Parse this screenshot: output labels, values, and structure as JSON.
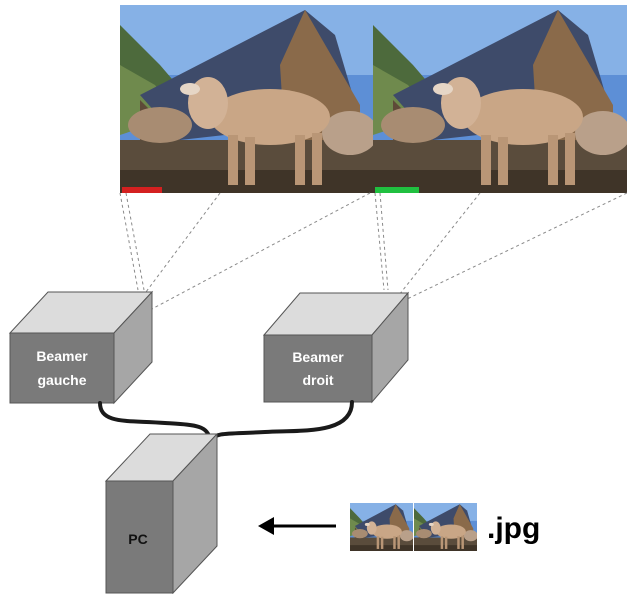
{
  "diagram": {
    "beamer_left_label": [
      "Beamer",
      "gauche"
    ],
    "beamer_right_label": [
      "Beamer",
      "droit"
    ],
    "pc_label": "PC",
    "file_label": ".jpg"
  },
  "colors": {
    "box_front": "#7a7a7a",
    "box_side": "#a6a6a6",
    "box_top": "#dcdcdc",
    "cable": "#1a1a1a",
    "projection_line": "#8a8a8a",
    "sky": "#5d8fd6",
    "barn_roof": "#3e4b6a",
    "barn_wood": "#8a6a4a",
    "cow": "#c9a686",
    "ground": "#5a4c3c",
    "left_marker": "#d42020",
    "right_marker": "#20c040"
  },
  "icons": {
    "left_projection": "stereo-photo-left",
    "right_projection": "stereo-photo-right",
    "file_thumbnail": "stereo-jpg-thumbnail",
    "arrow": "left-arrow-icon"
  }
}
